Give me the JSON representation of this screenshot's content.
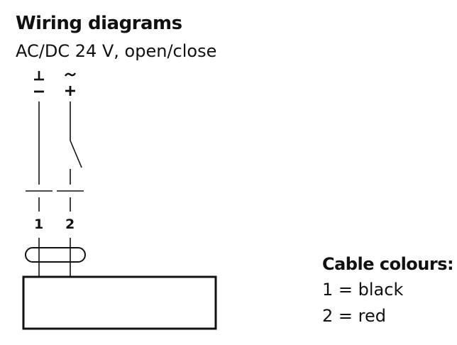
{
  "header": {
    "title": "Wiring diagrams",
    "subtitle": "AC/DC 24 V, open/close"
  },
  "wires": [
    {
      "number": "1",
      "symbol": "ground-minus-icon"
    },
    {
      "number": "2",
      "symbol": "ac-plus-icon"
    }
  ],
  "legend": {
    "title": "Cable colours:",
    "items": [
      {
        "text": "1 = black"
      },
      {
        "text": "2 = red"
      }
    ]
  }
}
